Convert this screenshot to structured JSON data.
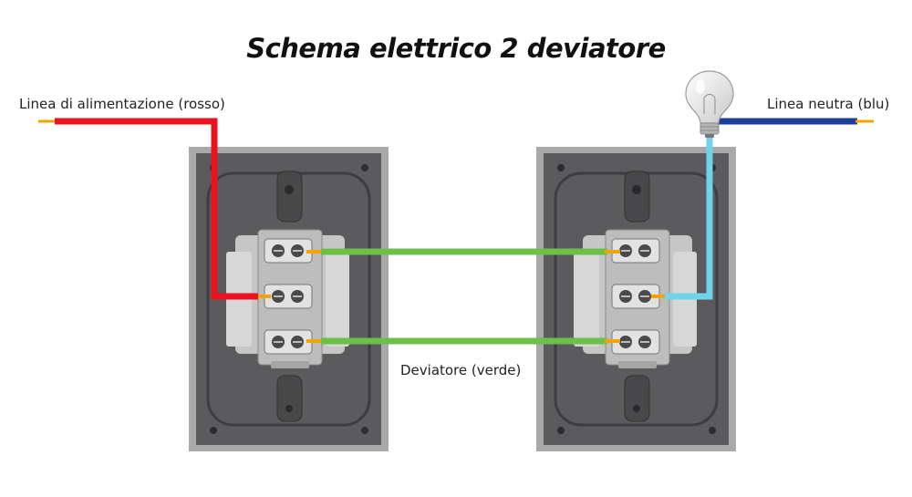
{
  "title": "Schema elettrico 2 deviatore",
  "labels": {
    "power_line": "Linea di alimentazione (rosso)",
    "neutral_line": "Linea neutra (blu)",
    "traveler_wires": "Deviatore (verde)"
  },
  "wire_colors": {
    "power": "#e8131c",
    "neutral": "#1c3e98",
    "traveler": "#6cc04a",
    "lamp_return": "#6fd3ea",
    "terminal": "#f2a400"
  },
  "switches": [
    {
      "name": "switch-left"
    },
    {
      "name": "switch-right"
    }
  ],
  "lamp": {
    "icon": "light-bulb-icon"
  }
}
